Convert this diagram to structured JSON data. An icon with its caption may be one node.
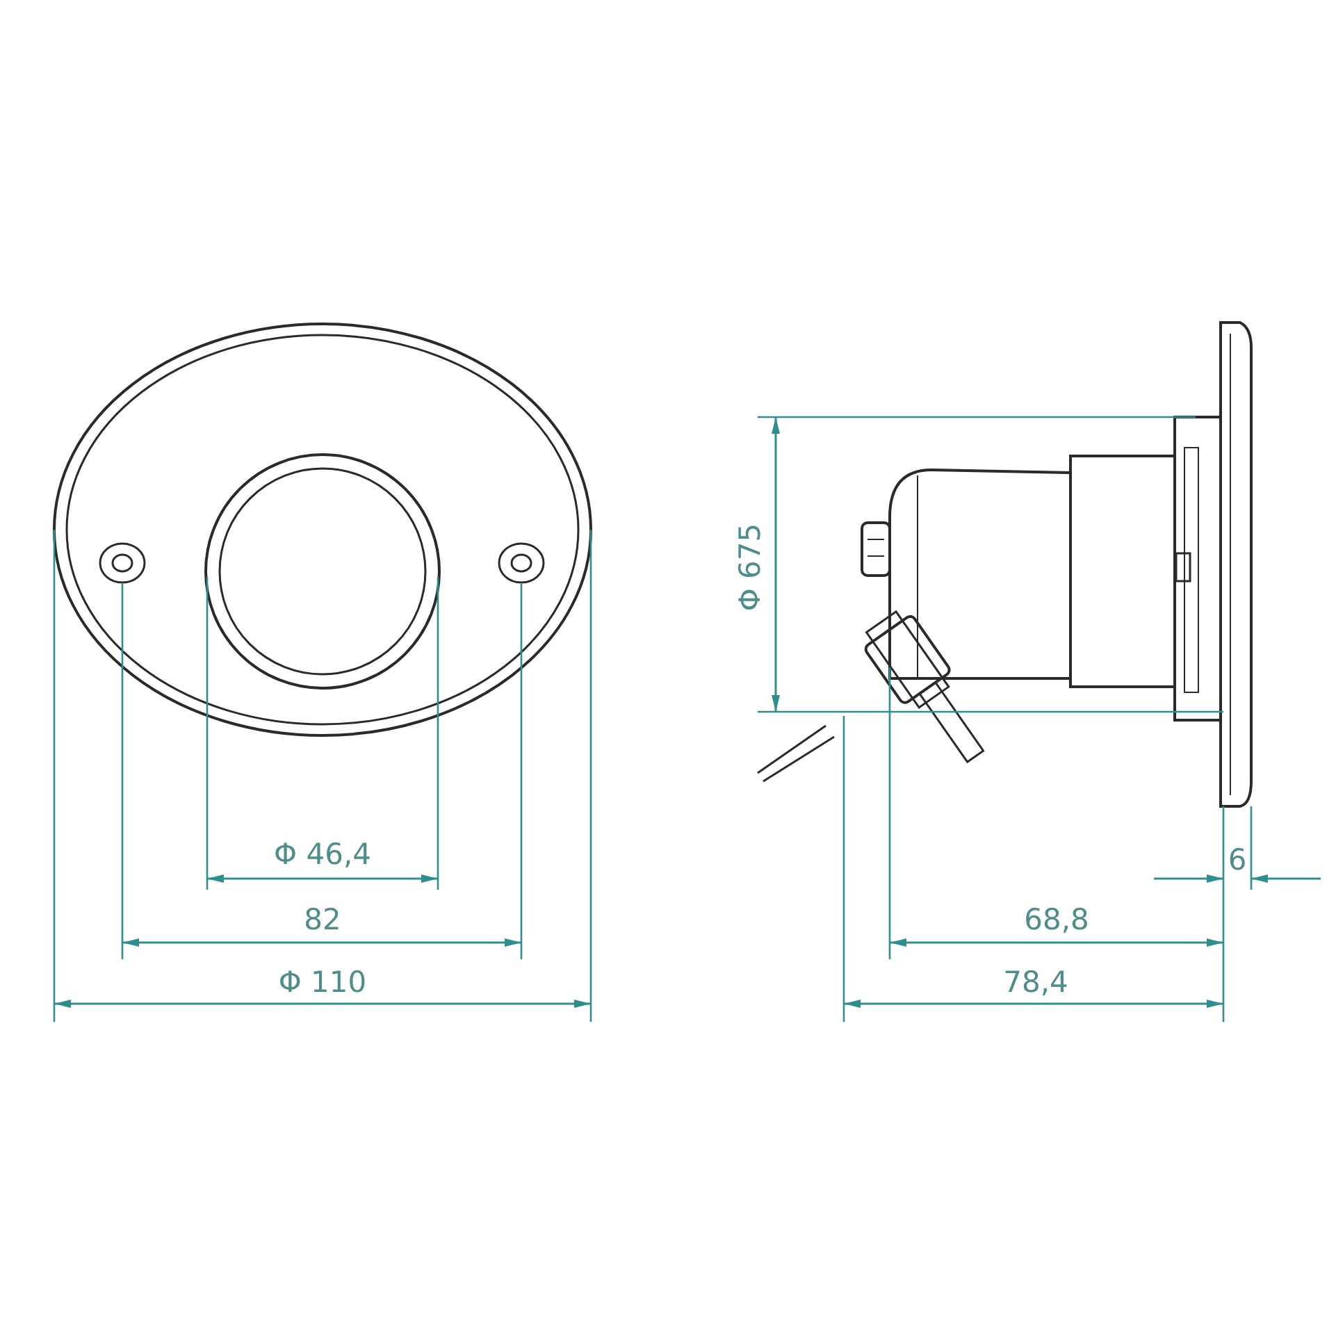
{
  "diagram": {
    "labels": [
      "Φ 675",
      "Φ 46,4",
      "6",
      "82",
      "68,8",
      "Φ 110",
      "78,4"
    ]
  }
}
